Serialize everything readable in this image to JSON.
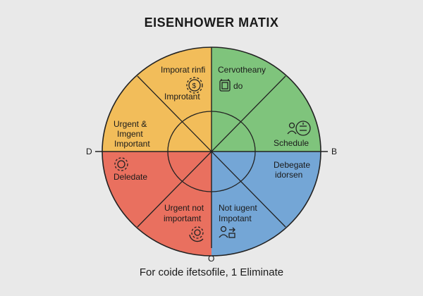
{
  "title": "EISENHOWER MATIX",
  "caption": "For coide ifetsofile, 1 Eliminate",
  "axis_labels": {
    "left": "D",
    "right": "B",
    "bottom": "O"
  },
  "quadrants": {
    "top_left": {
      "color": "#f2bd5a",
      "upper_label_line1": "Imporat rinfi",
      "upper_label_line2": "Improtant",
      "lower_label_line1": "Urgent &",
      "lower_label_line2": "Imgent",
      "lower_label_line3": "Important",
      "icon": "gear-dollar-icon"
    },
    "top_right": {
      "color": "#7fc47c",
      "upper_label_line1": "Cervotheany",
      "upper_label_line2": "do",
      "lower_label": "Schedule",
      "icons": [
        "calendar-icon",
        "people-timer-icon"
      ]
    },
    "bottom_left": {
      "color": "#e9705f",
      "upper_label": "Deledate",
      "lower_label_line1": "Urgent not",
      "lower_label_line2": "importamt",
      "icons": [
        "gear-icon",
        "gear-cycle-icon"
      ]
    },
    "bottom_right": {
      "color": "#74a6d6",
      "upper_label_line1": "Debegate",
      "upper_label_line2": "idorsen",
      "lower_label_line1": "Not iugent",
      "lower_label_line2": "Impotant",
      "icon": "person-delegate-icon"
    }
  }
}
